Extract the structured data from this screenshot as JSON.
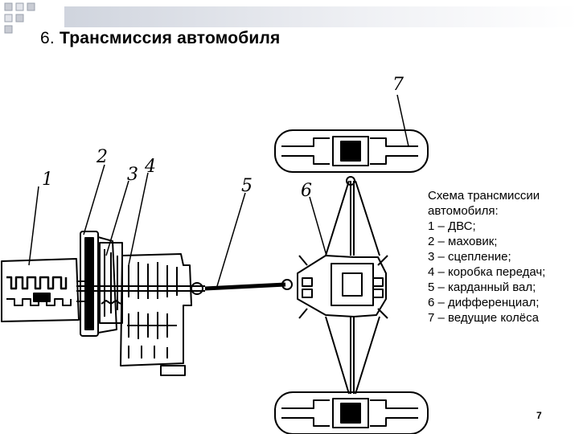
{
  "slide": {
    "title_number": "6.",
    "title_text": "Трансмиссия автомобиля",
    "page_number": "7"
  },
  "caption": {
    "lines": [
      "Схема трансмиссии",
      "автомобиля:",
      "1 – ДВС;",
      "2 – маховик;",
      "3 – сцепление;",
      "4 – коробка передач;",
      "5 – карданный вал;",
      "6 – дифференциал;",
      "7 – ведущие колёса"
    ]
  },
  "diagram": {
    "callouts": [
      "1",
      "2",
      "3",
      "4",
      "5",
      "6",
      "7"
    ]
  },
  "colors": {
    "ink": "#000000",
    "band": "#cdd2dc",
    "corner_squares": "#c9ccd4",
    "background": "#ffffff"
  }
}
